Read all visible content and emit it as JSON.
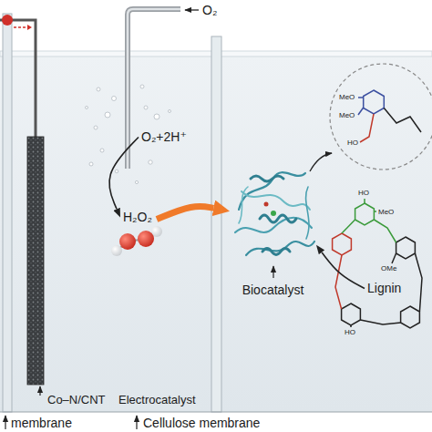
{
  "diagram": {
    "nodes": [
      {
        "text": [
          "O₂+2H⁺"
        ]
      },
      {
        "text": [
          "H₂O₂"
        ]
      },
      {
        "text": [
          "Biocatalyst"
        ]
      },
      {
        "text": [
          "Lignin"
        ]
      }
    ],
    "edges": [
      {
        "from": 0,
        "to": 1,
        "arrow": "to"
      },
      {
        "from": 1,
        "to": 2,
        "arrow": "to"
      },
      {
        "from": 3,
        "to": 2,
        "arrow": "to"
      }
    ],
    "labels": [
      "O₂",
      "Co–N/CNT",
      "Electrocatalyst",
      "membrane",
      "Cellulose membrane",
      "MeO",
      "MeO",
      "HO",
      "HO",
      "MeO",
      "OMe",
      "HO"
    ]
  }
}
